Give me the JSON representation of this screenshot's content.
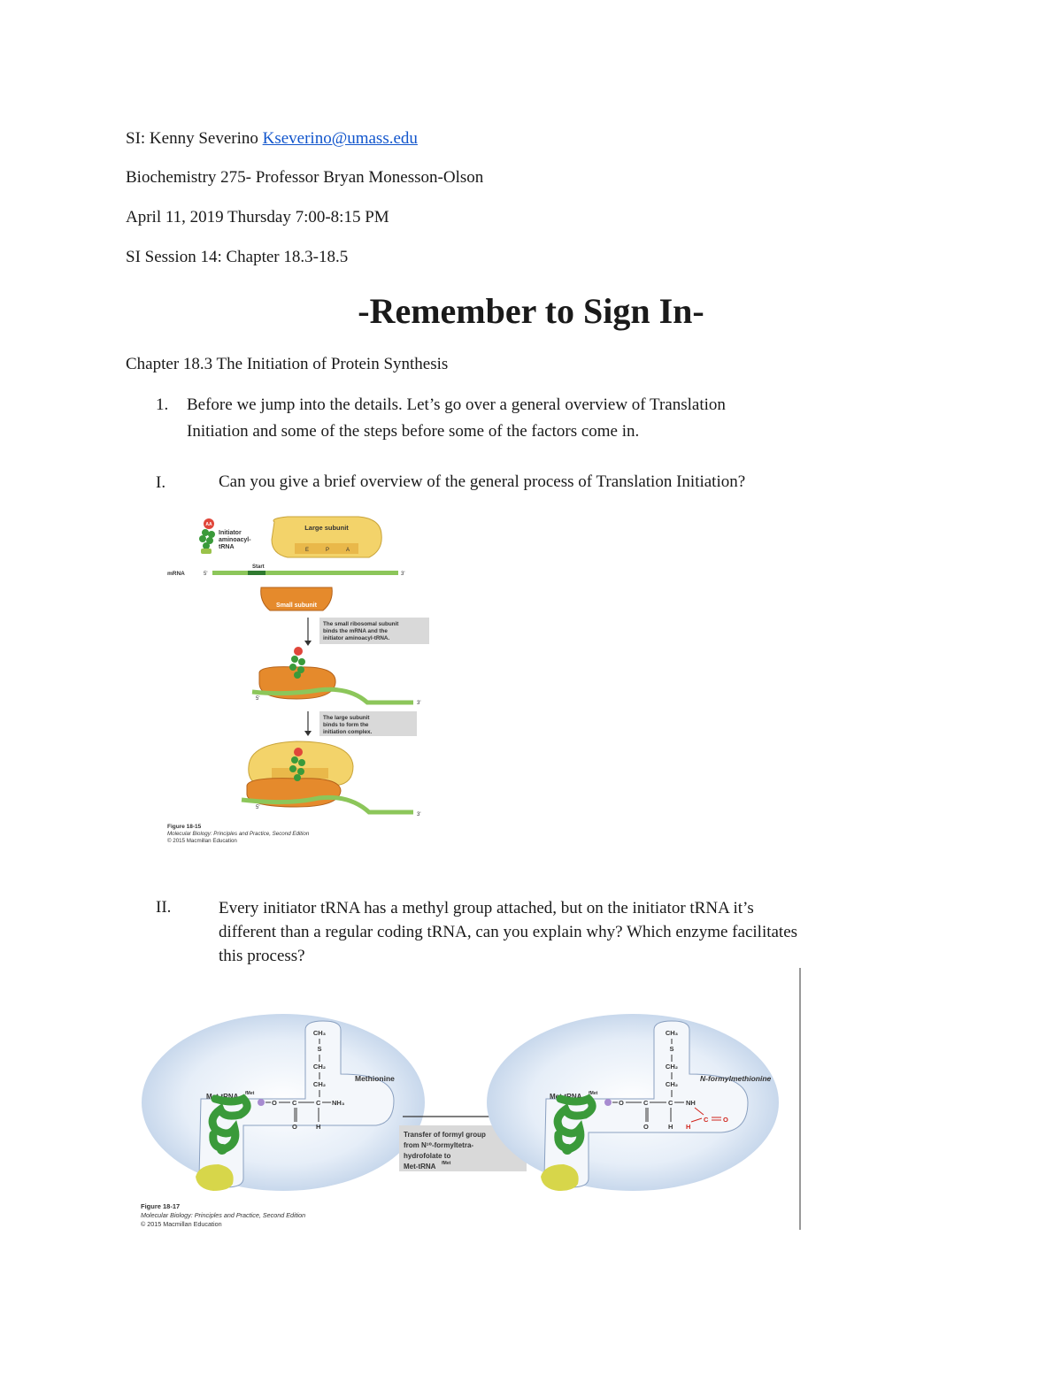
{
  "header": {
    "si_prefix": "SI: Kenny Severino ",
    "email": "Kseverino@umass.edu",
    "course": "Biochemistry 275- Professor Bryan Monesson-Olson",
    "date": "April 11, 2019 Thursday 7:00-8:15 PM",
    "session": "SI Session 14: Chapter 18.3-18.5"
  },
  "banner": "-Remember to Sign In-",
  "section_heading": "Chapter 18.3 The Initiation of Protein Synthesis",
  "numbered": {
    "num": "1.",
    "line1": "Before we jump into the details. Let’s go over a general overview of Translation",
    "line2": "Initiation and some of the steps before some of the factors come in."
  },
  "question1": {
    "roman": "I.",
    "text": "Can you give a brief overview of the general process of Translation Initiation?"
  },
  "figure1": {
    "aa": "AA",
    "initiator_l1": "Initiator",
    "initiator_l2": "aminoacyl-",
    "initiator_l3": "tRNA",
    "large_subunit": "Large subunit",
    "site_e": "E",
    "site_p": "P",
    "site_a": "A",
    "start": "Start",
    "mrna": "mRNA",
    "five_prime": "5'",
    "three_prime": "3'",
    "small_subunit": "Small subunit",
    "step1_l1": "The small ribosomal subunit",
    "step1_l2": "binds the mRNA and the",
    "step1_l3": "initiator aminoacyl-tRNA.",
    "step2_l1": "The large subunit",
    "step2_l2": "binds to form the",
    "step2_l3": "initiation complex.",
    "caption_l1": "Figure 18-15",
    "caption_l2": "Molecular Biology: Principles and Practice, Second Edition",
    "caption_l3": "© 2015 Macmillan Education"
  },
  "question2": {
    "roman": "II.",
    "line1": "Every initiator tRNA has a methyl group attached, but on the initiator tRNA it’s",
    "line2": "different than a regular coding tRNA, can you explain why? Which enzyme facilitates",
    "line3": "this process?"
  },
  "figure2": {
    "ch3": "CH₃",
    "s": "S",
    "ch2": "CH₂",
    "methionine": "Methionine",
    "met_trna": "Met-tRNA",
    "fmet_sup": "fMet",
    "o": "O",
    "c": "C",
    "nh3": "NH₃",
    "h": "H",
    "nh": "NH",
    "n_formyl": "N-formylmethionine",
    "transfer_l1": "Transfer of formyl group",
    "transfer_l2": "from N¹⁰-formyltetra-",
    "transfer_l3": "hydrofolate to",
    "transfer_l4": "Met-tRNA",
    "caption_l1": "Figure 18-17",
    "caption_l2": "Molecular Biology: Principles and Practice, Second Edition",
    "caption_l3": "© 2015 Macmillan Education"
  },
  "colors": {
    "link": "#1155cc",
    "trna_green": "#3a9a3a",
    "subunit_yellow": "#f3d36a",
    "subunit_orange": "#e58a2c",
    "bubble_blue": "#cfdcef",
    "formyl_red": "#d0241c"
  }
}
